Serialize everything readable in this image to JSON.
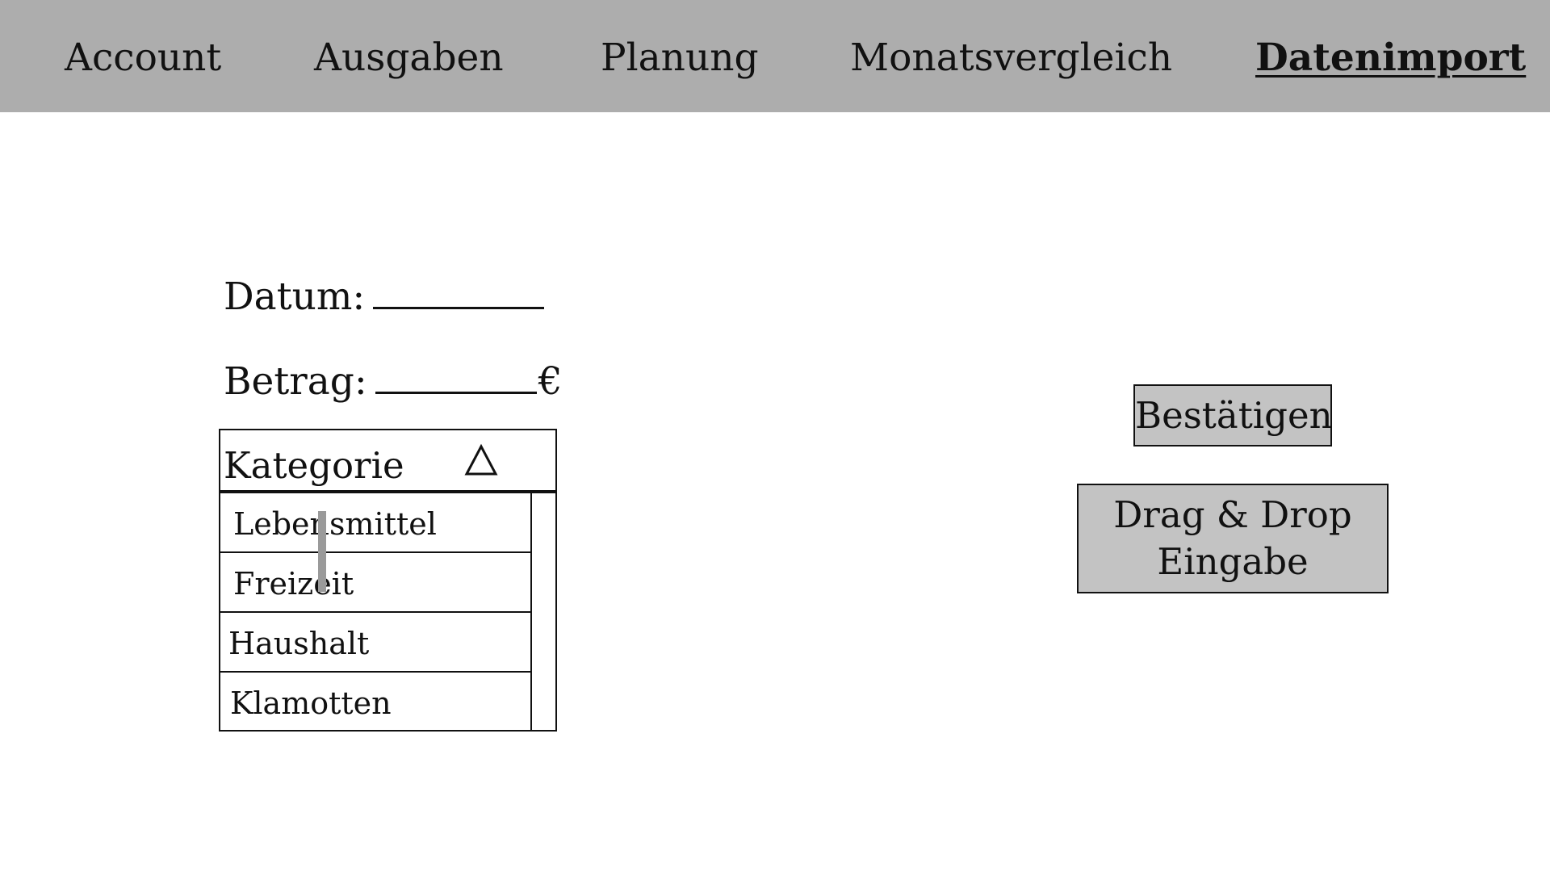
{
  "nav": {
    "items": [
      {
        "label": "Account",
        "active": false
      },
      {
        "label": "Ausgaben",
        "active": false
      },
      {
        "label": "Planung",
        "active": false
      },
      {
        "label": "Monatsvergleich",
        "active": false
      },
      {
        "label": "Datenimport",
        "active": true
      }
    ]
  },
  "form": {
    "date_label": "Datum:",
    "amount_label": "Betrag:",
    "amount_suffix": "€"
  },
  "category_dropdown": {
    "label": "Kategorie",
    "toggle_icon": "triangle-up-icon",
    "options": [
      "Lebensmittel",
      "Freizeit",
      "Haushalt",
      "Klamotten"
    ]
  },
  "actions": {
    "confirm_label": "Bestätigen",
    "dragdrop_line1": "Drag & Drop",
    "dragdrop_line2": "Eingabe"
  },
  "colors": {
    "topbar": "#adadad",
    "button": "#c3c3c3",
    "scroll_thumb": "#9a9a9a"
  }
}
